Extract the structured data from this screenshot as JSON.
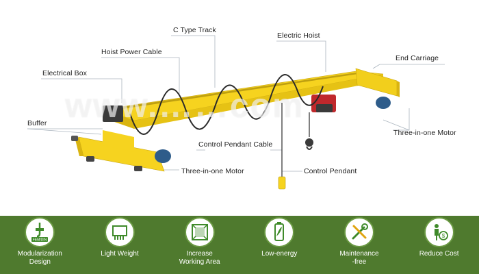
{
  "callouts": {
    "c_type_track": "C Type Track",
    "electric_hoist": "Electric Hoist",
    "hoist_power_cable": "Hoist Power Cable",
    "end_carriage": "End Carriage",
    "electrical_box": "Electrical Box",
    "buffer": "Buffer",
    "three_in_one_motor_right": "Three-in-one Motor",
    "control_pendant_cable": "Control Pendant Cable",
    "three_in_one_motor_left": "Three-in-one Motor",
    "control_pendant": "Control Pendant"
  },
  "watermark": "www.……com",
  "features": [
    {
      "label": "Modularization\nDesign",
      "icon": "hook-fem-din-icon",
      "badge": "FEM/DIN"
    },
    {
      "label": "Light Weight",
      "icon": "light-weight-icon"
    },
    {
      "label": "Increase\nWorking Area",
      "icon": "working-area-icon"
    },
    {
      "label": "Low-energy",
      "icon": "battery-leaf-icon"
    },
    {
      "label": "Maintenance\n-free",
      "icon": "tools-icon"
    },
    {
      "label": "Reduce Cost",
      "icon": "money-saving-icon"
    }
  ],
  "colors": {
    "crane_yellow": "#f6d31f",
    "crane_yellow_dark": "#d9b410",
    "motor_blue": "#2e5c8a",
    "hoist_red": "#c0282c",
    "bar_green": "#4f7a2e",
    "icon_green": "#3f8a2a"
  }
}
